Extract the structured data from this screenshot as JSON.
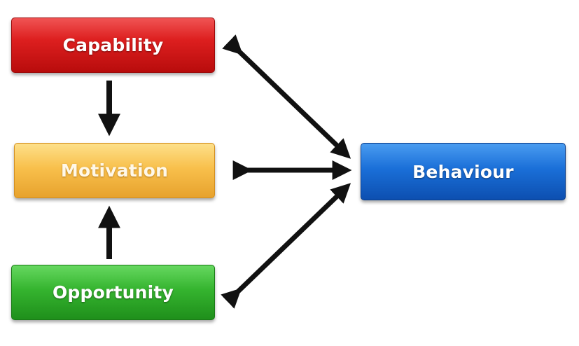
{
  "boxes": {
    "capability": "Capability",
    "motivation": "Motivation",
    "opportunity": "Opportunity",
    "behaviour": "Behaviour"
  },
  "colors": {
    "capability": "#dd1f1f",
    "motivation": "#f8c04c",
    "opportunity": "#35b42f",
    "behaviour": "#1a6fd8",
    "arrow": "#111111"
  }
}
